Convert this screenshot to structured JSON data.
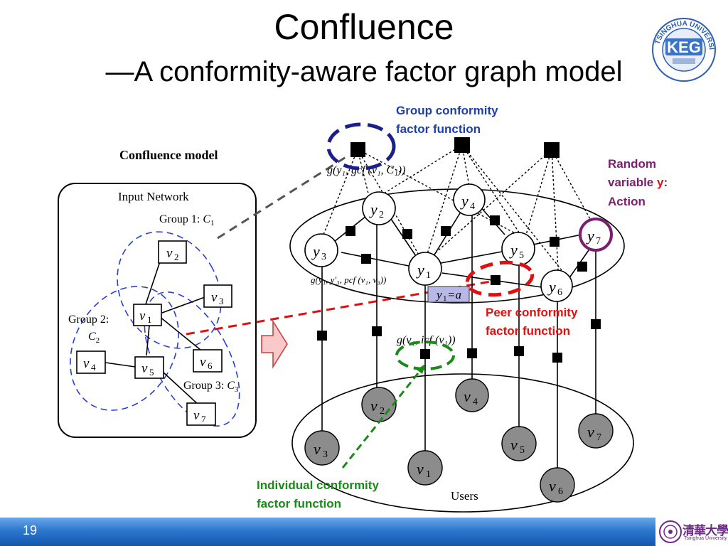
{
  "slide": {
    "title": "Confluence",
    "subtitle": "—A conformity-aware factor graph model",
    "page_number": "19"
  },
  "logo": {
    "arc_text": "TSINGHUA UNIVERSITY",
    "center_text": "KEG"
  },
  "footer": {
    "university_cn": "清華大學",
    "university_en": "Tsinghua University"
  },
  "left_panel": {
    "heading": "Confluence model",
    "box_title": "Input Network",
    "group1": "Group 1: ",
    "group1_var": "C",
    "group1_sub": "1",
    "group2": "Group 2:",
    "group2_var": "C",
    "group2_sub": "2",
    "group3": "Group 3: ",
    "group3_var": "C",
    "group3_sub": "3",
    "nodes": [
      {
        "var": "v",
        "sub": "1"
      },
      {
        "var": "v",
        "sub": "2"
      },
      {
        "var": "v",
        "sub": "3"
      },
      {
        "var": "v",
        "sub": "4"
      },
      {
        "var": "v",
        "sub": "5"
      },
      {
        "var": "v",
        "sub": "6"
      },
      {
        "var": "v",
        "sub": "7"
      }
    ]
  },
  "right_panel": {
    "y_nodes": [
      {
        "var": "y",
        "sub": "1"
      },
      {
        "var": "y",
        "sub": "2"
      },
      {
        "var": "y",
        "sub": "3"
      },
      {
        "var": "y",
        "sub": "4"
      },
      {
        "var": "y",
        "sub": "5"
      },
      {
        "var": "y",
        "sub": "6"
      },
      {
        "var": "y",
        "sub": "7"
      }
    ],
    "user_nodes": [
      {
        "var": "v",
        "sub": "1"
      },
      {
        "var": "v",
        "sub": "2"
      },
      {
        "var": "v",
        "sub": "3"
      },
      {
        "var": "v",
        "sub": "4"
      },
      {
        "var": "v",
        "sub": "5"
      },
      {
        "var": "v",
        "sub": "6"
      },
      {
        "var": "v",
        "sub": "7"
      }
    ],
    "users_label": "Users",
    "y1_eq_a": {
      "var": "y",
      "sub": "1",
      "rest": "=a"
    },
    "formula_gcf": "g(y₁, gcf (v₁, C₁))",
    "formula_pcf": "g(y₁, y'₃, pcf (v₁, v₃))",
    "formula_icf": "g(v₁, icf (v₁))"
  },
  "annotations": {
    "group_conformity": [
      "Group conformity",
      "factor function"
    ],
    "random_variable": {
      "line1": "Random",
      "line2_prefix": "variable ",
      "line2_y": "y",
      "line2_suffix": ":",
      "line3": "Action"
    },
    "peer_conformity": [
      "Peer conformity",
      "factor function"
    ],
    "individual_conformity": [
      "Individual conformity",
      "factor function"
    ]
  },
  "colors": {
    "blue_annotation": "#1f3fa8",
    "purple_annotation": "#7b1e6e",
    "red_annotation": "#e01010",
    "green_annotation": "#1a8a1a",
    "user_node_fill": "#8c8c8c",
    "footer_blue": "#2c78cf",
    "group_circle": "#2a3fd0"
  }
}
